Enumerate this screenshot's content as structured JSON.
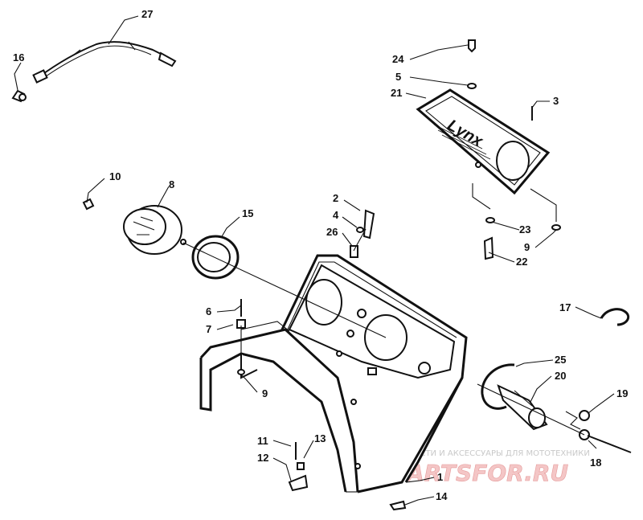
{
  "callouts": [
    "27",
    "16",
    "24",
    "5",
    "21",
    "3",
    "10",
    "8",
    "15",
    "2",
    "4",
    "26",
    "23",
    "9",
    "22",
    "17",
    "6",
    "7",
    "9",
    "25",
    "20",
    "19",
    "11",
    "13",
    "12",
    "18",
    "1",
    "14"
  ],
  "watermark": {
    "tagline": "ЗАПЧАСТИ И АКСЕССУАРЫ ДЛЯ МОТОТЕХНИКИ",
    "brand": "PARTSFOR.RU"
  },
  "logo_text": "Lynx",
  "colors": {
    "ink": "#111111",
    "watermark_red": "#e59a9a",
    "watermark_gray": "#c9c9c9"
  }
}
